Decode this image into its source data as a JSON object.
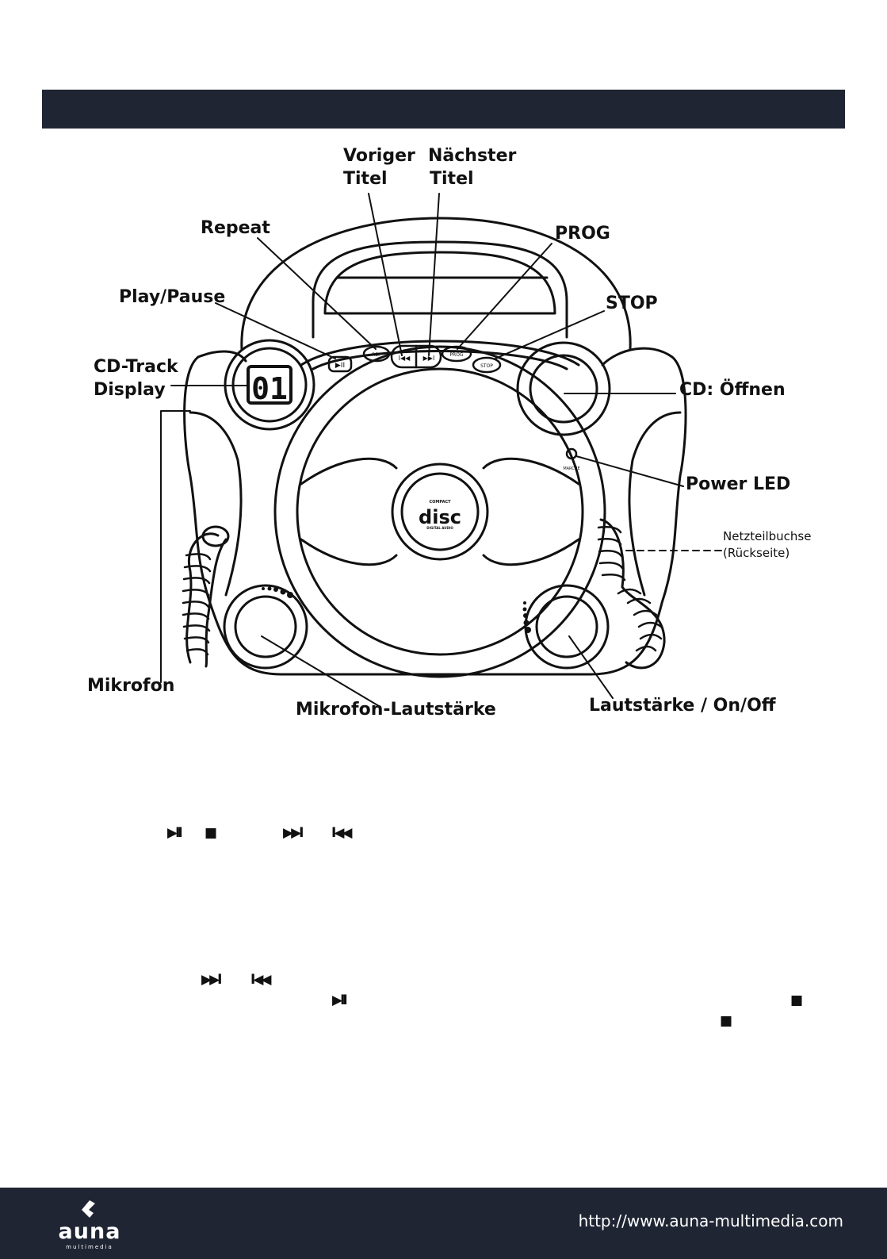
{
  "labels": {
    "prev_title_1": "Voriger",
    "prev_title_2": "Titel",
    "next_title_1": "Nächster",
    "next_title_2": "Titel",
    "repeat": "Repeat",
    "prog": "PROG",
    "play_pause": "Play/Pause",
    "stop": "STOP",
    "cd_track_1": "CD-Track",
    "cd_track_2": "Display",
    "cd_open": "CD: Öffnen",
    "power_led": "Power LED",
    "netzteil_1": "Netzteilbuchse",
    "netzteil_2": "(Rückseite)",
    "mikrofon": "Mikrofon",
    "mikrofon_lautstaerke": "Mikrofon-Lautstärke",
    "lautstaerke": "Lautstärke / On/Off"
  },
  "device": {
    "display_digits": "01",
    "btn_rep": "REP",
    "btn_prog": "PROG",
    "btn_stop": "STOP",
    "disc_logo_top": "COMPACT",
    "disc_logo_main": "disc",
    "disc_logo_bottom": "DIGITAL AUDIO",
    "power_led_marking": "MARCHE"
  },
  "symbols": {
    "play_pause": "▶II",
    "stop": "■",
    "next": "▶▶I",
    "prev": "I◀◀"
  },
  "footer": {
    "logo": "auna",
    "logo_sub": "multimedia",
    "url": "http://www.auna-multimedia.com"
  }
}
